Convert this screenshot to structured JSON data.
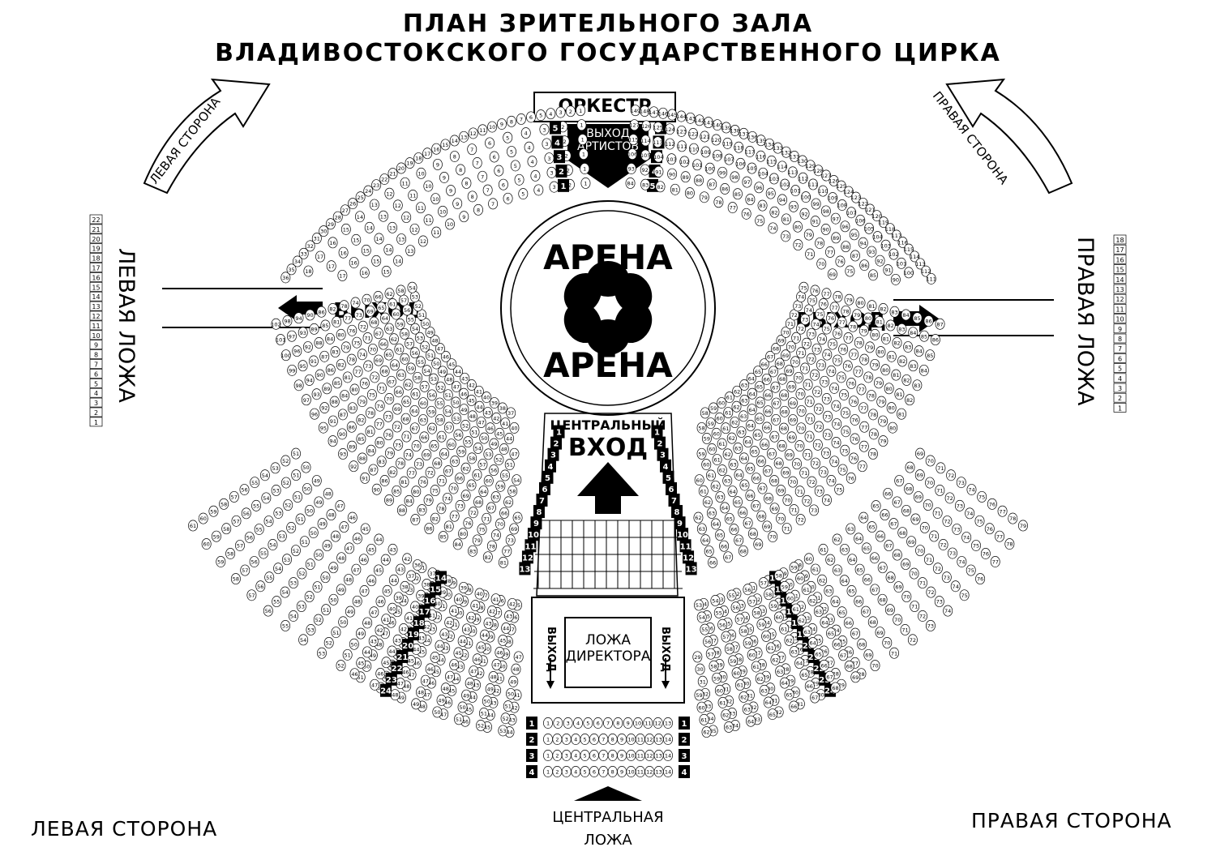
{
  "title": {
    "line1": "ПЛАН ЗРИТЕЛЬНОГО ЗАЛА",
    "line2": "ВЛАДИВОСТОКСКОГО ГОСУДАРСТВЕННОГО ЦИРКА"
  },
  "labels": {
    "orchestra": "ОРКЕСТР",
    "artists_exit_1": "ВЫХОД",
    "artists_exit_2": "АРТИСТОВ",
    "arena": "АРЕНА",
    "exit": "ВЫХОД",
    "central_entrance_1": "ЦЕНТРАЛЬНЫЙ",
    "central_entrance_2": "ВХОД",
    "director_box_1": "ЛОЖА",
    "director_box_2": "ДИРЕКТОРА",
    "central_box_1": "ЦЕНТРАЛЬНАЯ",
    "central_box_2": "ЛОЖА",
    "left_side": "ЛЕВАЯ СТОРОНА",
    "right_side": "ПРАВАЯ СТОРОНА",
    "left_box": "ЛЕВАЯ ЛОЖА",
    "right_box": "ПРАВАЯ ЛОЖА",
    "exit_small": "ВЫХОД"
  },
  "left_box_seats": 22,
  "right_box_seats": 18,
  "central_box_rows": [
    {
      "row": "1",
      "seats": 13
    },
    {
      "row": "2",
      "seats": 14
    },
    {
      "row": "3",
      "seats": 14
    },
    {
      "row": "4",
      "seats": 14
    }
  ],
  "upper_left_rows": [
    {
      "row": "",
      "first": 38,
      "last": 1
    },
    {
      "row": "1",
      "first": 20,
      "last": 1
    },
    {
      "row": "2",
      "first": 20,
      "last": 1
    },
    {
      "row": "3",
      "first": 20,
      "last": 1
    },
    {
      "row": "4",
      "first": 20,
      "last": 1
    },
    {
      "row": "5",
      "first": 20,
      "last": 1
    }
  ],
  "upper_right_rows": [
    {
      "row": "",
      "first": 149,
      "last": 109
    },
    {
      "row": "5",
      "first": 127,
      "last": 97
    },
    {
      "row": "4",
      "first": 115,
      "last": 87
    },
    {
      "row": "3",
      "first": 106,
      "last": 81
    },
    {
      "row": "2",
      "first": 93,
      "last": 70
    },
    {
      "row": "1",
      "first": 84,
      "last": 64
    }
  ],
  "lower_left_sectors": [
    {
      "rows": [
        "1",
        "2",
        "3",
        "4",
        "5",
        "6",
        "7",
        "8",
        "9",
        "10",
        "11",
        "12",
        "13"
      ],
      "start": 21,
      "step": 4
    },
    {
      "rows": [
        "14",
        "15",
        "16",
        "17",
        "18",
        "19",
        "20",
        "21",
        "22",
        "23",
        "24"
      ],
      "start": 18,
      "step": 1
    }
  ],
  "lower_right_sectors": [
    {
      "rows": [
        "1",
        "2",
        "3",
        "4",
        "5",
        "6",
        "7",
        "8",
        "9",
        "10",
        "11",
        "12",
        "13"
      ],
      "start": 42,
      "step": 1
    },
    {
      "rows": [
        "14",
        "15",
        "16",
        "17",
        "18",
        "19",
        "20",
        "21",
        "22",
        "23",
        "24"
      ],
      "start": 36,
      "step": 1
    }
  ]
}
